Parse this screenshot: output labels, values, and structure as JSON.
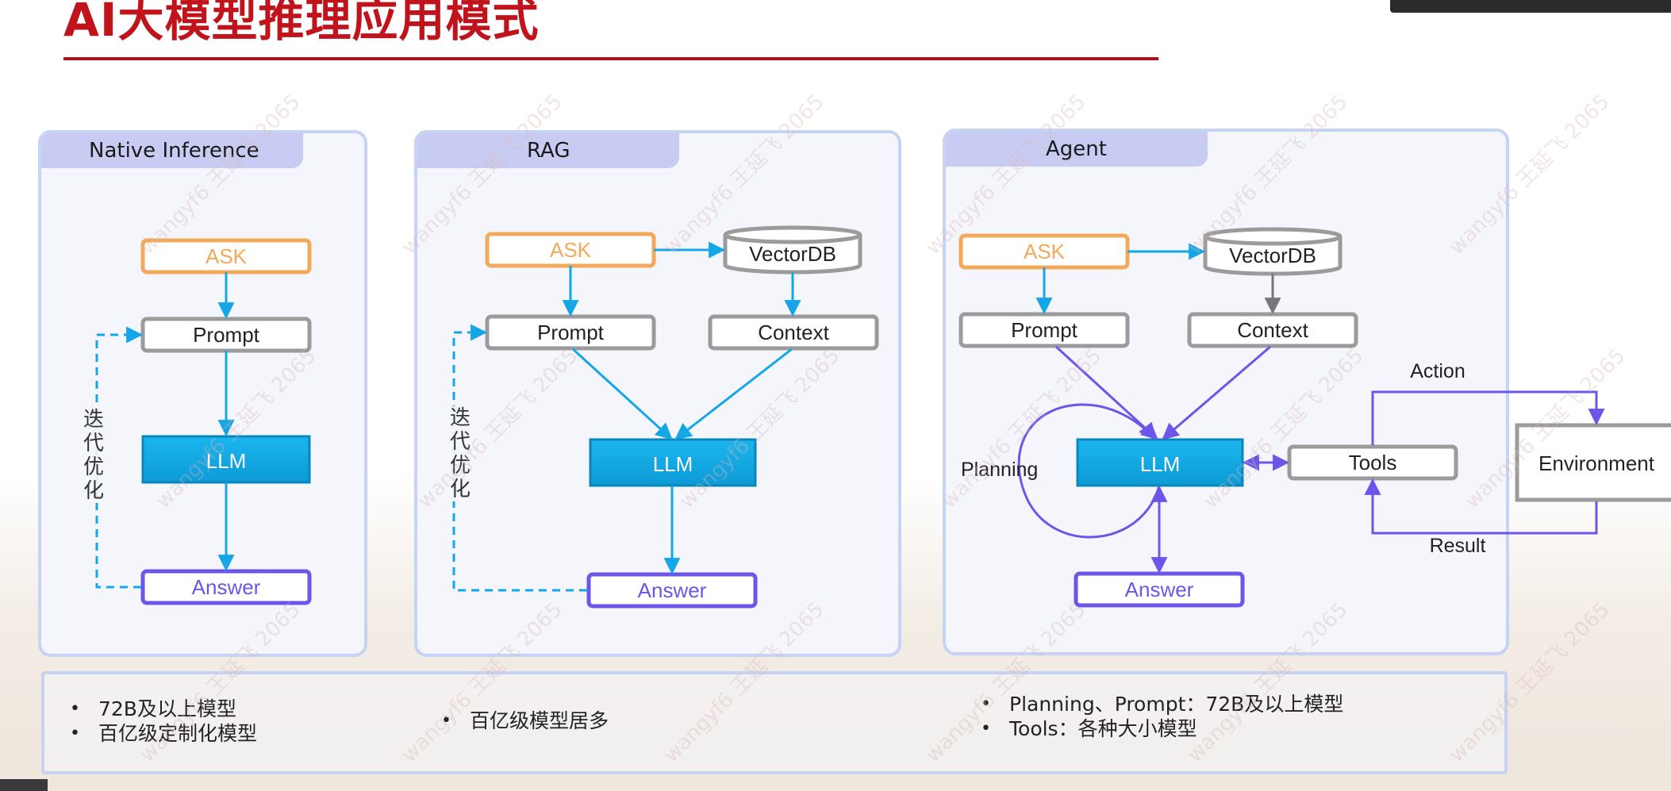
{
  "title": "AI大模型推理应用模式",
  "colors": {
    "title": "#c1131c",
    "ask": "#f2a95b",
    "neutral": "#9b9b9b",
    "llm": "#12a8e3",
    "answer": "#6c55e8",
    "cyan_arrow": "#14a6e6",
    "purple_arrow": "#6c55e8"
  },
  "panels": {
    "native": {
      "tab": "Native Inference",
      "ask": "ASK",
      "prompt": "Prompt",
      "llm": "LLM",
      "answer": "Answer",
      "loop_label": [
        "迭",
        "代",
        "优",
        "化"
      ]
    },
    "rag": {
      "tab": "RAG",
      "ask": "ASK",
      "vectordb": "VectorDB",
      "prompt": "Prompt",
      "context": "Context",
      "llm": "LLM",
      "answer": "Answer",
      "loop_label": [
        "迭",
        "代",
        "优",
        "化"
      ]
    },
    "agent": {
      "tab": "Agent",
      "ask": "ASK",
      "vectordb": "VectorDB",
      "prompt": "Prompt",
      "context": "Context",
      "llm": "LLM",
      "answer": "Answer",
      "tools": "Tools",
      "environment": "Environment",
      "planning": "Planning",
      "action": "Action",
      "result": "Result"
    }
  },
  "notes": {
    "native": [
      "72B及以上模型",
      "百亿级定制化模型"
    ],
    "rag": [
      "百亿级模型居多"
    ],
    "agent": [
      "Planning、Prompt：72B及以上模型",
      "Tools：各种大小模型"
    ]
  },
  "watermark": "wangyf6 王延飞 2065"
}
